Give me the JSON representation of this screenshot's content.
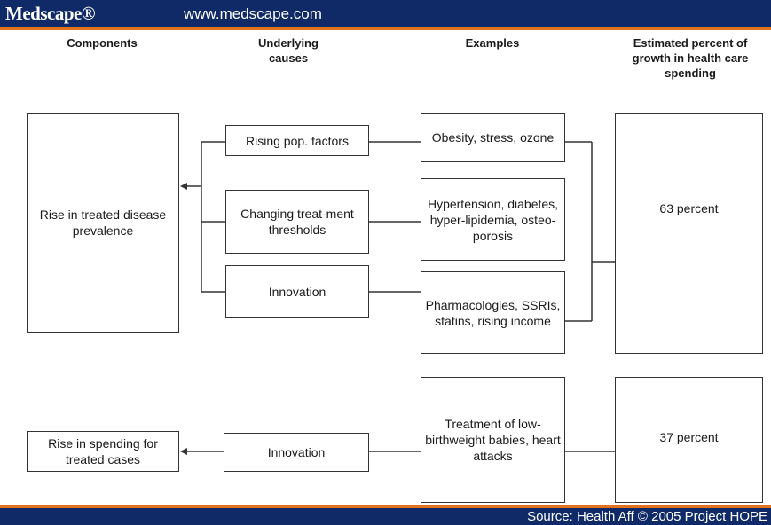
{
  "header": {
    "logo": "Medscape®",
    "site": "www.medscape.com"
  },
  "columns": {
    "components": "Components",
    "causes": "Underlying causes",
    "examples": "Examples",
    "percent": "Estimated percent of growth in health care spending"
  },
  "rows": {
    "prevalence": {
      "component": "Rise in treated disease prevalence",
      "causes": [
        "Rising pop. factors",
        "Changing treat-ment thresholds",
        "Innovation"
      ],
      "examples": [
        "Obesity, stress, ozone",
        "Hypertension, diabetes, hyper-lipidemia, osteo-porosis",
        "Pharmacologies, SSRIs, statins, rising income"
      ],
      "percent": "63 percent"
    },
    "spending": {
      "component": "Rise in spending for treated cases",
      "cause": "Innovation",
      "example": "Treatment of low-birthweight babies, heart attacks",
      "percent": "37 percent"
    }
  },
  "footer": {
    "source": "Source: Health Aff © 2005 Project HOPE"
  },
  "colors": {
    "bar": "#0f2a66",
    "accent": "#e2721e",
    "highlight": "#cc2222"
  }
}
